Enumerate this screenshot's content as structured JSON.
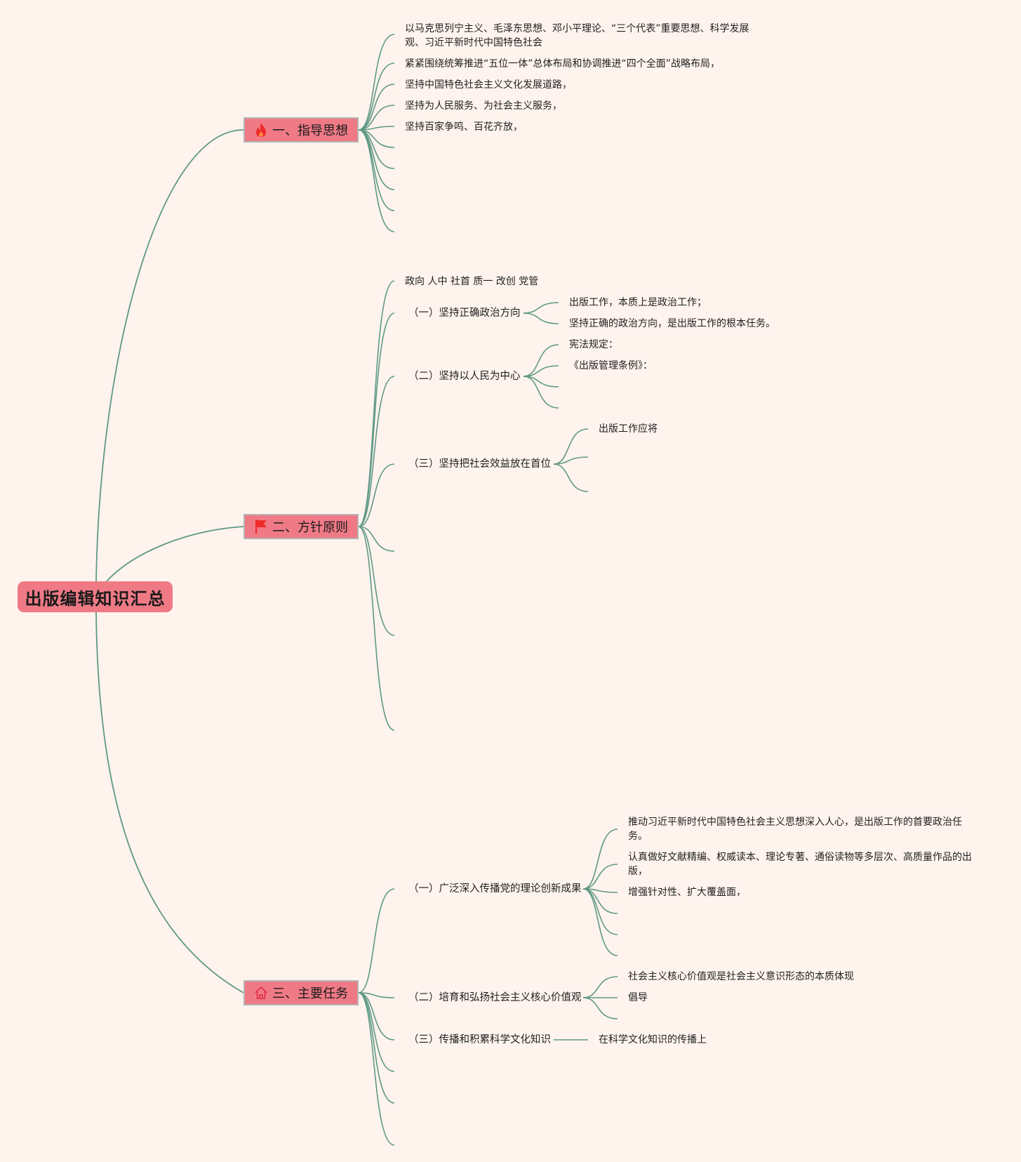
{
  "title": "出版编辑知识汇总",
  "branches": [
    {
      "label": "一、指导思想",
      "icon": "fire-icon",
      "leaves": [
        "以马克思列宁主义、毛泽东思想、邓小平理论、“三个代表”重要思想、科学发展观、习近平新时代中国特色社会",
        "紧紧围绕统筹推进“五位一体”总体布局和协调推进“四个全面”战略布局，",
        "坚持中国特色社会主义文化发展道路，",
        "坚持为人民服务、为社会主义服务，",
        "坚持百家争鸣、百花齐放，"
      ]
    },
    {
      "label": "二、方针原则",
      "icon": "flag-icon",
      "note": "政向 人中 社首 质一 改创 党管",
      "subs": [
        {
          "label": "（一）坚持正确政治方向",
          "leaves": [
            "出版工作，本质上是政治工作；",
            "坚持正确的政治方向，是出版工作的根本任务。"
          ]
        },
        {
          "label": "（二）坚持以人民为中心",
          "leaves": [
            "宪法规定：",
            "《出版管理条例》："
          ]
        },
        {
          "label": "（三）坚持把社会效益放在首位",
          "leaves": [
            "出版工作应将"
          ]
        }
      ]
    },
    {
      "label": "三、主要任务",
      "icon": "home-icon",
      "subs": [
        {
          "label": "（一）广泛深入传播党的理论创新成果",
          "leaves": [
            "推动习近平新时代中国特色社会主义思想深入人心，是出版工作的首要政治任务。",
            "认真做好文献精编、权威读本、理论专著、通俗读物等多层次、高质量作品的出版，",
            "增强针对性、扩大覆盖面，"
          ]
        },
        {
          "label": "（二）培育和弘扬社会主义核心价值观",
          "leaves": [
            "社会主义核心价值观是社会主义意识形态的本质体现",
            "倡导"
          ]
        },
        {
          "label": "（三）传播和积累科学文化知识",
          "leaves": [
            "在科学文化知识的传播上"
          ]
        }
      ]
    }
  ],
  "colors": {
    "background": "#fff3ee",
    "node_fill": "#ef7a86",
    "link": "#5e9985"
  }
}
